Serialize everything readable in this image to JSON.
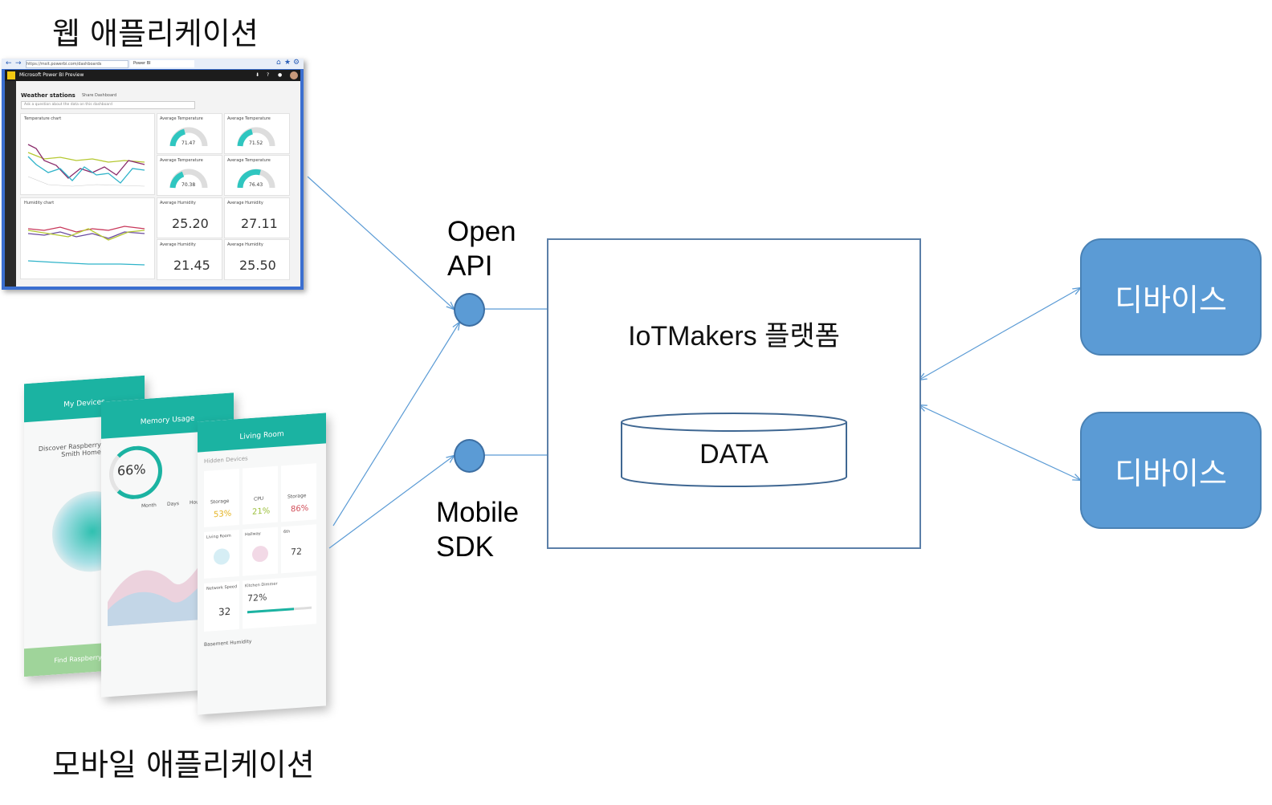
{
  "web_app": {
    "title": "웹 애플리케이션",
    "screenshot": {
      "url": "https://msit.powerbi.com/dashboards",
      "tab": "Power BI",
      "app_name": "Microsoft Power BI Preview",
      "dashboard_title": "Weather stations",
      "share": "Share Dashboard",
      "qa_placeholder": "Ask a question about the data on this dashboard",
      "temp_chart_title": "Temperature chart",
      "humidity_chart_title": "Humidity chart",
      "temp_tile_title": "Average Temperature",
      "humidity_tile_title": "Average Humidity",
      "temps": [
        "71.47",
        "71.52",
        "70.38",
        "76.43"
      ],
      "humidities": [
        "25.20",
        "27.11",
        "21.45",
        "25.50"
      ]
    }
  },
  "mobile_app": {
    "title": "모바일 애플리케이션",
    "phones": {
      "p1_title": "My Devices",
      "p1_text": "Discover Raspberry Pi's on Smith Home",
      "p1_footer": "Find Raspberry Pi's",
      "p2_title": "Memory Usage",
      "p2_percent": "66%",
      "p2_tabs": [
        "Month",
        "Days",
        "Hour"
      ],
      "p3_title": "Living Room",
      "p3_sub": "Hidden Devices",
      "p3_vals": [
        "53%",
        "21%",
        "86%"
      ],
      "p3_gauge_labels": [
        "Storage",
        "CPU",
        "Storage"
      ],
      "p3_room_labels": [
        "Living Room",
        "Hallway",
        "6th"
      ],
      "p3_temp": "72",
      "p3_dimmer_label": "Kitchen Dimmer",
      "p3_dimmer": "72%",
      "p3_speed_label": "Network Speed",
      "p3_speed": "32",
      "p3_footer": "Basement Humidity"
    }
  },
  "interfaces": {
    "open_api": [
      "Open",
      "API"
    ],
    "mobile_sdk": [
      "Mobile",
      "SDK"
    ]
  },
  "platform": {
    "title": "IoTMakers 플랫폼",
    "data_label": "DATA"
  },
  "devices": [
    {
      "label": "디바이스"
    },
    {
      "label": "디바이스"
    }
  ],
  "colors": {
    "connector": "#5b9bd5",
    "device_fill": "#5b9bd5",
    "box_border": "#5b7fa8",
    "teal": "#1bb3a2"
  }
}
